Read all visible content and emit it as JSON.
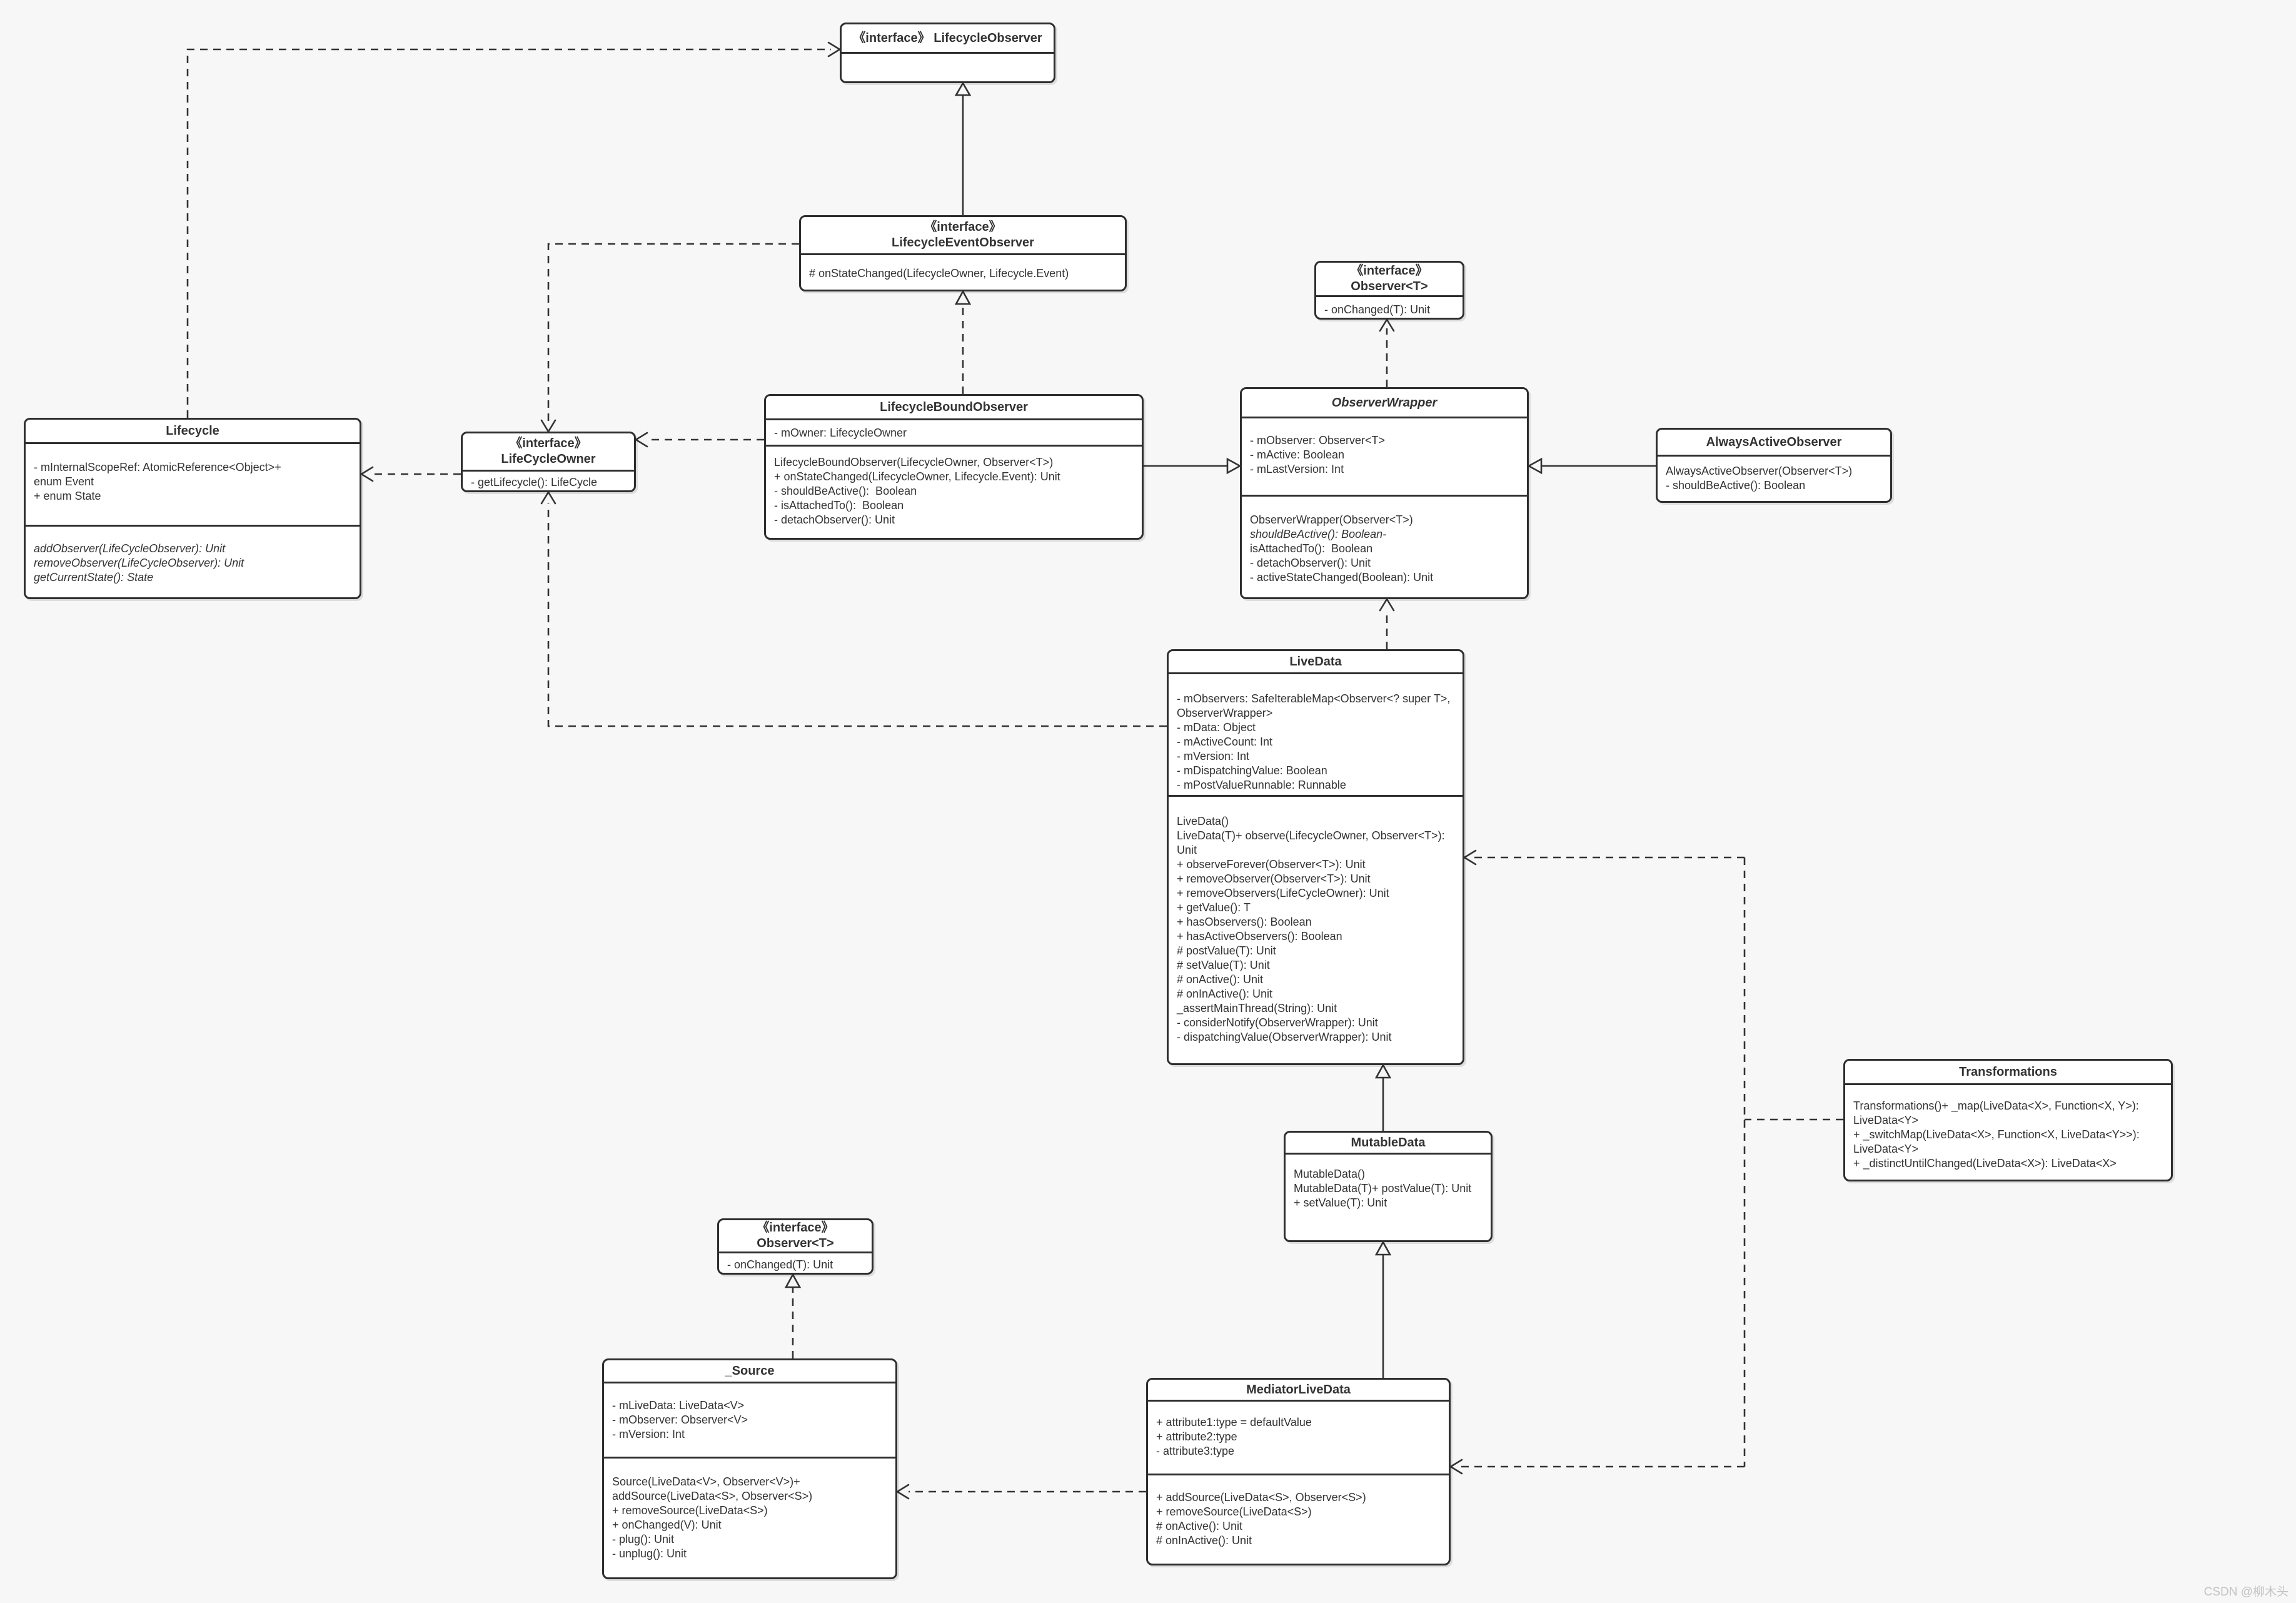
{
  "watermark": "CSDN @柳木头",
  "colors": {
    "background": "#f7f7f7",
    "box_fill": "#ffffff",
    "line": "#333333",
    "watermark": "#c3c3c7"
  },
  "classes": {
    "lifecycleObserver": {
      "header": "《interface》 LifecycleObserver"
    },
    "lifecycleEventObserver": {
      "stereotype": "《interface》",
      "name": "LifecycleEventObserver",
      "methods": [
        "# onStateChanged(LifecycleOwner, Lifecycle.Event)"
      ]
    },
    "observerTop": {
      "stereotype": "《interface》",
      "name": "Observer<T>",
      "methods": [
        "- onChanged(T): Unit"
      ]
    },
    "lifecycle": {
      "name": "Lifecycle",
      "attributes": [
        "- mInternalScopeRef: AtomicReference<Object>+",
        "enum Event",
        "+ enum State"
      ],
      "methods": [
        {
          "text": "addObserver(LifeCycleObserver): Unit",
          "italic": true
        },
        {
          "text": "removeObserver(LifeCycleObserver): Unit",
          "italic": true
        },
        {
          "text": "getCurrentState(): State",
          "italic": true
        }
      ]
    },
    "lifeCycleOwner": {
      "stereotype": "《interface》",
      "name": "LifeCycleOwner",
      "methods": [
        "- getLifecycle(): LifeCycle"
      ]
    },
    "lifecycleBoundObserver": {
      "name": "LifecycleBoundObserver",
      "attributes": [
        "- mOwner: LifecycleOwner"
      ],
      "methods": [
        "LifecycleBoundObserver(LifecycleOwner, Observer<T>)",
        "+ onStateChanged(LifecycleOwner, Lifecycle.Event): Unit",
        "- shouldBeActive():  Boolean",
        "- isAttachedTo():  Boolean",
        "- detachObserver(): Unit"
      ]
    },
    "observerWrapper": {
      "name": "ObserverWrapper",
      "attributes": [
        "- mObserver: Observer<T>",
        "- mActive: Boolean",
        "- mLastVersion: Int"
      ],
      "methods": [
        "ObserverWrapper(Observer<T>)",
        {
          "text": "shouldBeActive(): Boolean-",
          "italic": true
        },
        "isAttachedTo():  Boolean",
        "- detachObserver(): Unit",
        "- activeStateChanged(Boolean): Unit"
      ]
    },
    "alwaysActiveObserver": {
      "name": "AlwaysActiveObserver",
      "methods": [
        "AlwaysActiveObserver(Observer<T>)",
        "- shouldBeActive(): Boolean"
      ]
    },
    "liveData": {
      "name": "LiveData",
      "attributes": [
        "- mObservers: SafeIterableMap<Observer<? super T>, ObserverWrapper>",
        "- mData: Object",
        "- mActiveCount: Int",
        "- mVersion: Int",
        "- mDispatchingValue: Boolean",
        "- mPostValueRunnable: Runnable"
      ],
      "methods": [
        "LiveData()",
        "LiveData(T)+ observe(LifecycleOwner, Observer<T>): Unit",
        "+ observeForever(Observer<T>): Unit",
        "+ removeObserver(Observer<T>): Unit",
        "+ removeObservers(LifeCycleOwner): Unit",
        "+ getValue(): T",
        "+ hasObservers(): Boolean",
        "+ hasActiveObservers(): Boolean",
        "# postValue(T): Unit",
        "# setValue(T): Unit",
        "# onActive(): Unit",
        "# onInActive(): Unit",
        "_assertMainThread(String): Unit",
        "- considerNotify(ObserverWrapper): Unit",
        "- dispatchingValue(ObserverWrapper): Unit"
      ]
    },
    "transformations": {
      "name": "Transformations",
      "methods": [
        "Transformations()+ _map(LiveData<X>, Function<X, Y>): LiveData<Y>",
        "+ _switchMap(LiveData<X>, Function<X, LiveData<Y>>): LiveData<Y>",
        "+ _distinctUntilChanged(LiveData<X>): LiveData<X>"
      ]
    },
    "mutableData": {
      "name": "MutableData",
      "methods": [
        "MutableData()",
        "MutableData(T)+ postValue(T): Unit",
        "+ setValue(T): Unit"
      ]
    },
    "observerBottom": {
      "stereotype": "《interface》",
      "name": "Observer<T>",
      "methods": [
        "- onChanged(T): Unit"
      ]
    },
    "source": {
      "name": "_Source",
      "attributes": [
        "- mLiveData: LiveData<V>",
        "- mObserver: Observer<V>",
        "- mVersion: Int"
      ],
      "methods": [
        "Source(LiveData<V>, Observer<V>)+",
        "addSource(LiveData<S>, Observer<S>)",
        "+ removeSource(LiveData<S>)",
        "+ onChanged(V): Unit",
        "- plug(): Unit",
        "- unplug(): Unit"
      ]
    },
    "mediatorLiveData": {
      "name": "MediatorLiveData",
      "attributes": [
        "+ attribute1:type = defaultValue",
        "+ attribute2:type",
        "- attribute3:type"
      ],
      "methods": [
        "+ addSource(LiveData<S>, Observer<S>)",
        "+ removeSource(LiveData<S>)",
        "# onActive(): Unit",
        "# onInActive(): Unit"
      ]
    }
  },
  "edges": [
    {
      "from": "Lifecycle",
      "to": "LifecycleObserver",
      "type": "dependency-dashed"
    },
    {
      "from": "LifecycleEventObserver",
      "to": "LifecycleObserver",
      "type": "inheritance-solid"
    },
    {
      "from": "LifecycleBoundObserver",
      "to": "LifecycleEventObserver",
      "type": "realization-dashed"
    },
    {
      "from": "ObserverWrapper",
      "to": "Observer<T>",
      "type": "dependency-dashed"
    },
    {
      "from": "LifecycleEventObserver",
      "to": "LifeCycleOwner",
      "type": "dependency-dashed"
    },
    {
      "from": "LiveData",
      "to": "LifeCycleOwner",
      "type": "dependency-dashed"
    },
    {
      "from": "LifeCycleOwner",
      "to": "Lifecycle",
      "type": "dependency-dashed"
    },
    {
      "from": "LifecycleBoundObserver",
      "to": "LifeCycleOwner",
      "type": "dependency-dashed"
    },
    {
      "from": "LifecycleBoundObserver",
      "to": "ObserverWrapper",
      "type": "inheritance-solid"
    },
    {
      "from": "AlwaysActiveObserver",
      "to": "ObserverWrapper",
      "type": "inheritance-solid"
    },
    {
      "from": "LiveData",
      "to": "ObserverWrapper",
      "type": "dependency-dashed"
    },
    {
      "from": "MutableData",
      "to": "LiveData",
      "type": "inheritance-solid"
    },
    {
      "from": "MediatorLiveData",
      "to": "MutableData",
      "type": "inheritance-solid"
    },
    {
      "from": "_Source",
      "to": "Observer<T>",
      "type": "realization-dashed"
    },
    {
      "from": "MediatorLiveData",
      "to": "_Source",
      "type": "dependency-dashed"
    },
    {
      "from": "Transformations",
      "to": "LiveData",
      "type": "dependency-dashed"
    },
    {
      "from": "Transformations",
      "to": "MediatorLiveData",
      "type": "dependency-dashed"
    }
  ]
}
